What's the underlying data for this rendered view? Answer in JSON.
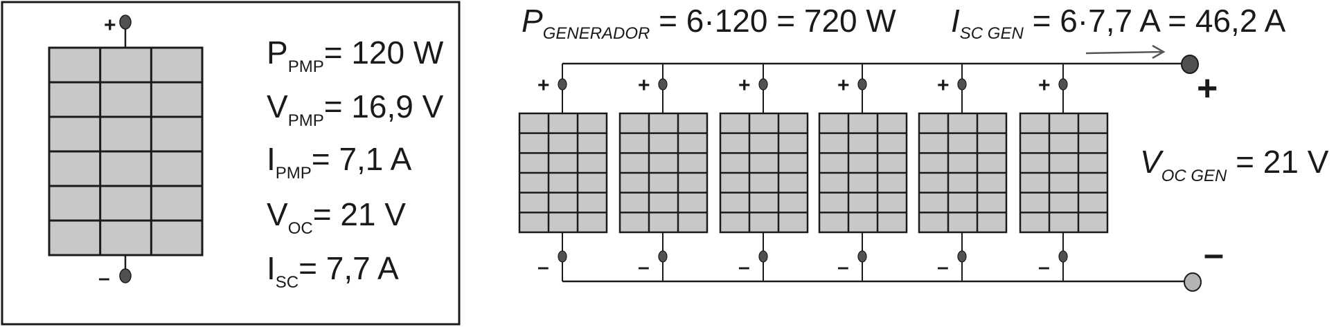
{
  "module": {
    "plus": "+",
    "minus": "–",
    "specs": [
      {
        "sym": "P",
        "sub": "PMP",
        "value": "= 120 W"
      },
      {
        "sym": "V",
        "sub": "PMP",
        "value": "= 16,9 V"
      },
      {
        "sym": "I",
        "sub": "PMP",
        "value": "= 7,1 A"
      },
      {
        "sym": "V",
        "sub": "OC",
        "value": "= 21 V"
      },
      {
        "sym": "I",
        "sub": "SC",
        "value": "= 7,7 A"
      }
    ]
  },
  "generator": {
    "power": {
      "sym": "P",
      "sub": "GENERADOR",
      "value": " = 6·120 = 720 W"
    },
    "current": {
      "sym": "I",
      "sub": "SC GEN",
      "value": " = 6·7,7 A = 46,2 A"
    },
    "voltage": {
      "sym": "V",
      "sub": "OC  GEN",
      "value": " = 21 V"
    },
    "module_count": 6,
    "plus": "+",
    "minus": "–",
    "out_plus": "+",
    "out_minus": "–"
  },
  "colors": {
    "cell": "#c8c8c8",
    "line": "#1a1a1a",
    "terminal": "#505050",
    "terminal_neg_out": "#b4b4b4"
  }
}
